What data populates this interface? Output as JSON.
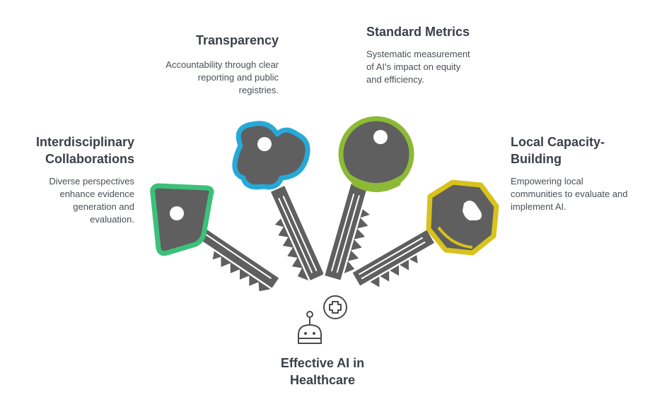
{
  "items": {
    "transparency": {
      "title": "Transparency",
      "description": "Accountability through clear reporting and public registries.",
      "color": "#27a9d8"
    },
    "standard_metrics": {
      "title": "Standard Metrics",
      "description": "Systematic measurement of AI's impact on equity and efficiency.",
      "color": "#8cba34"
    },
    "interdisciplinary": {
      "title": "Interdisciplinary Collaborations",
      "description": "Diverse perspectives enhance evidence generation and evaluation.",
      "color": "#3cc07a"
    },
    "local_capacity": {
      "title": "Local Capacity-Building",
      "description": "Empowering local communities to evaluate and implement AI.",
      "color": "#d8c21c"
    }
  },
  "center": {
    "title": "Effective AI in Healthcare",
    "icons": [
      "robot-icon",
      "medical-cross-icon"
    ]
  },
  "colors": {
    "key_body": "#5f5f5f",
    "text": "#3b3f47"
  }
}
